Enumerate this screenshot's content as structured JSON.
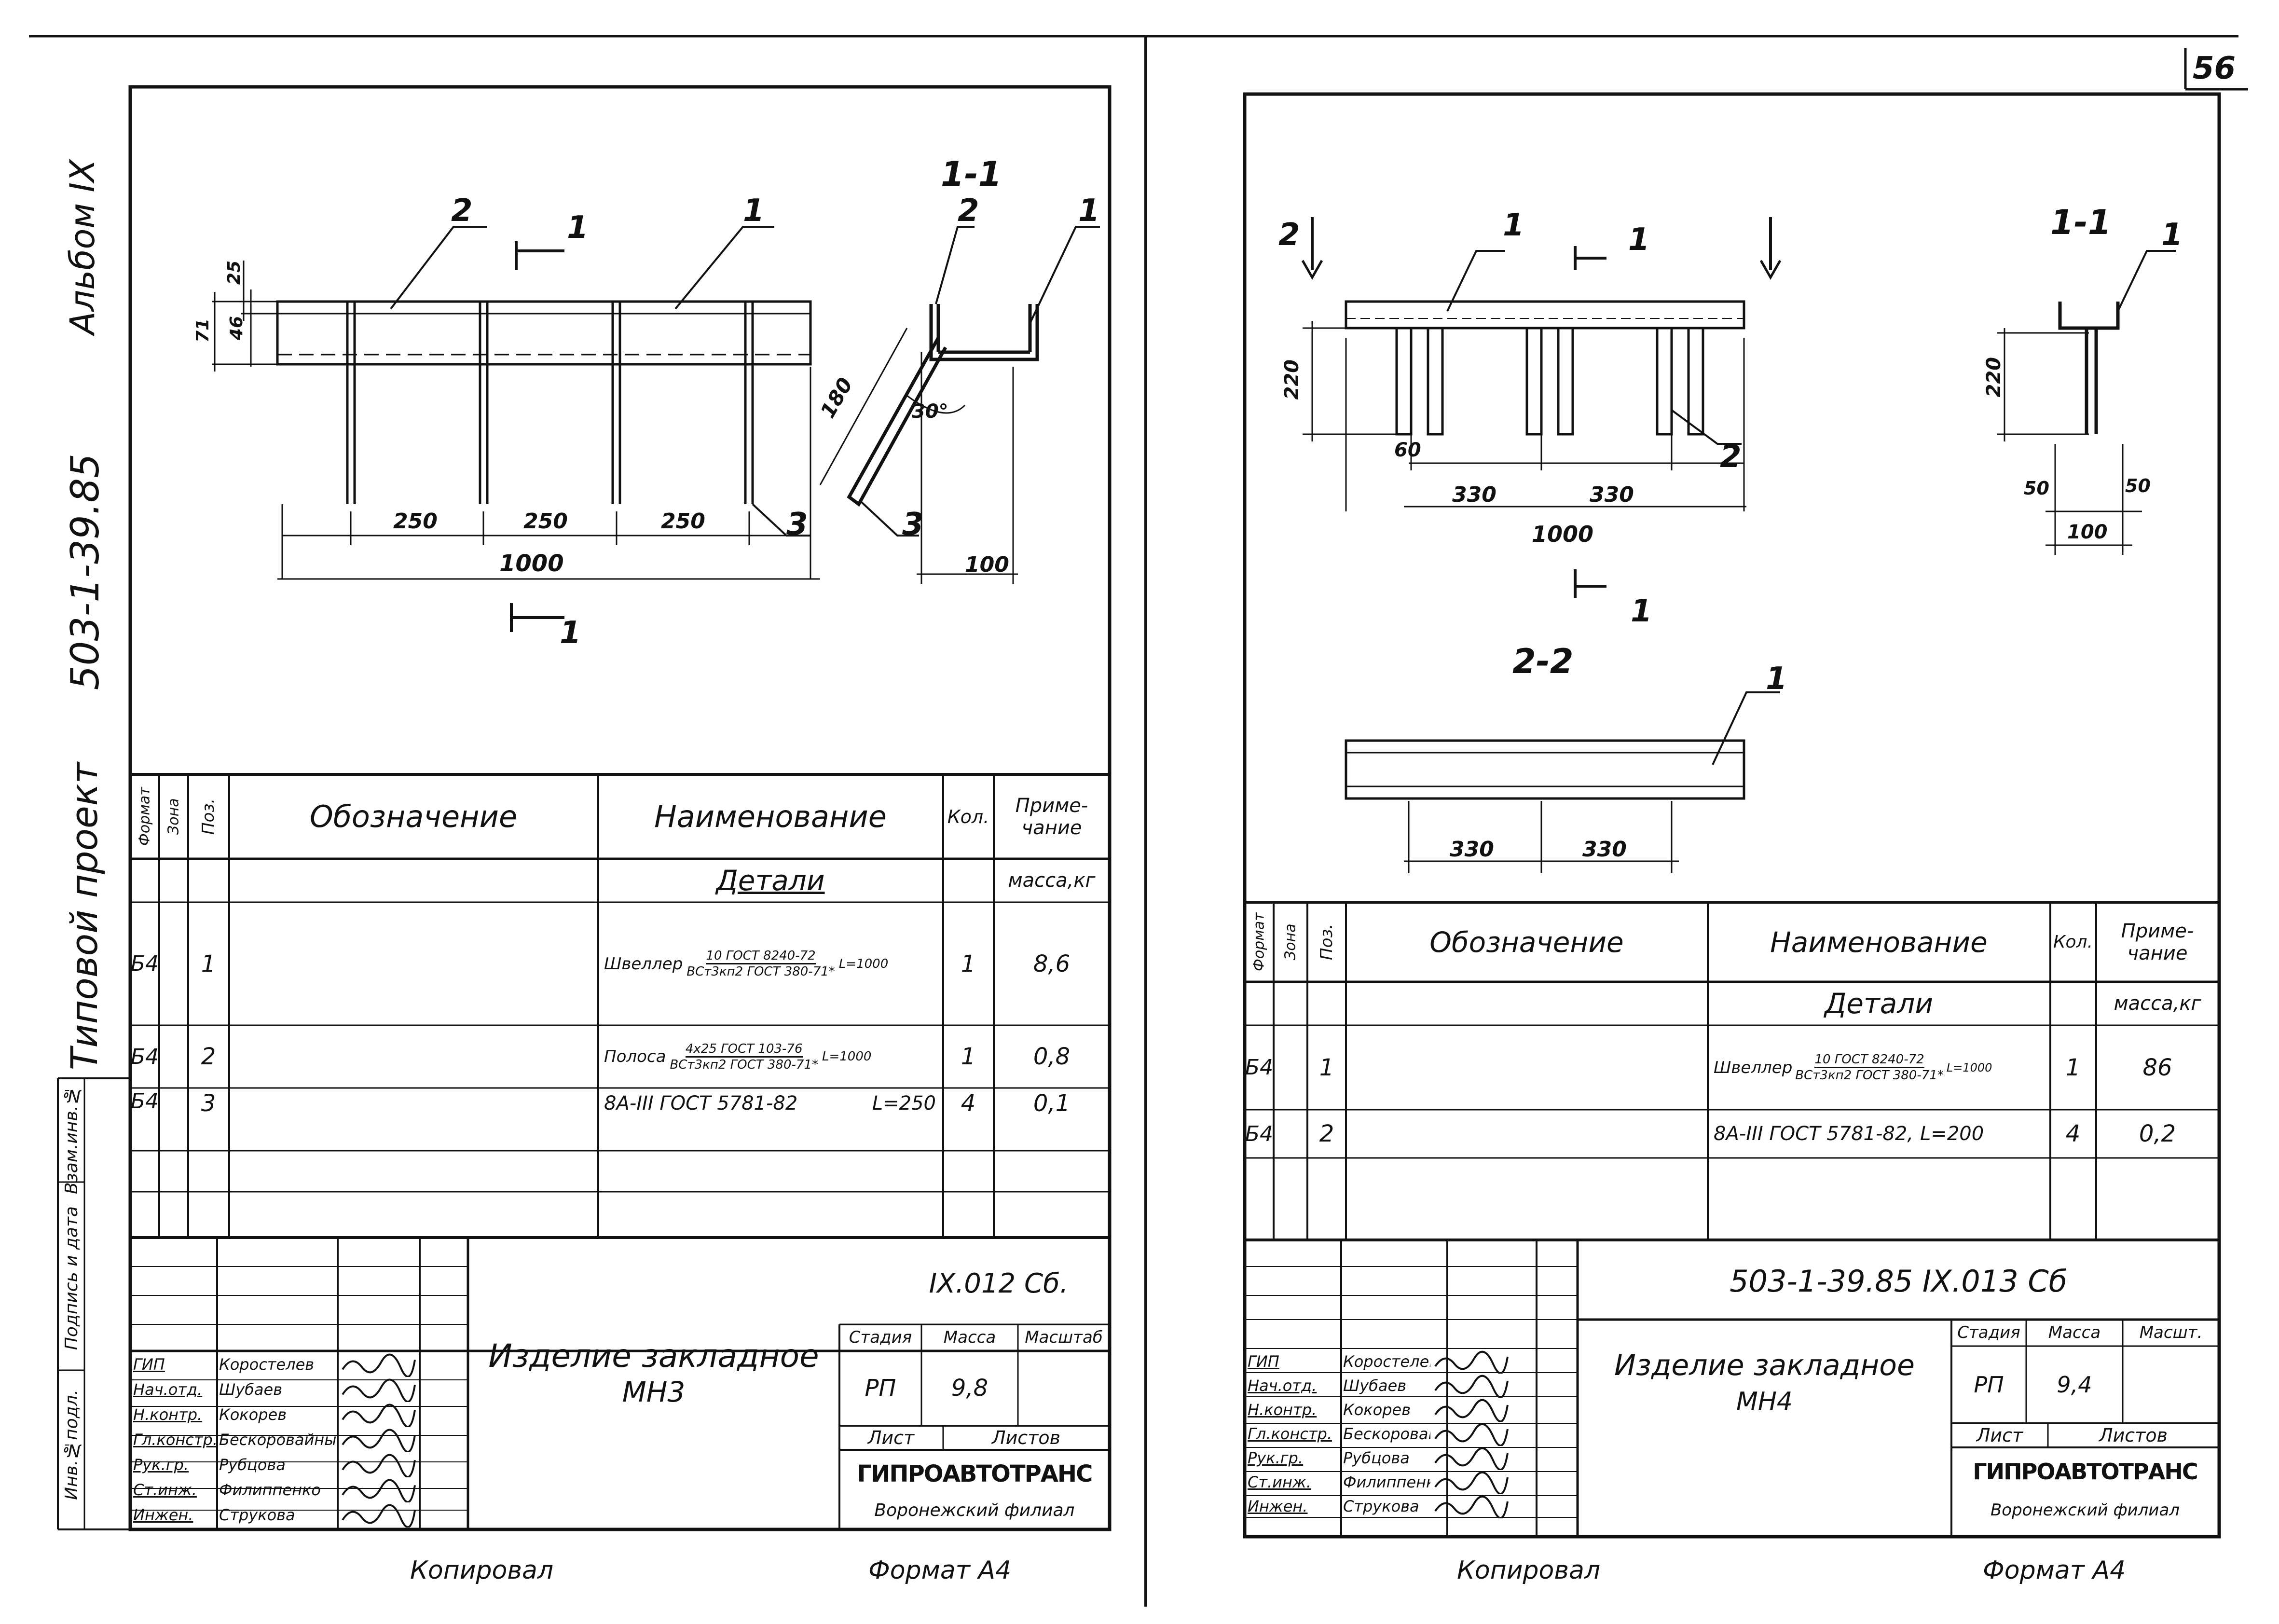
{
  "page_number": "56",
  "side_labels": {
    "album": "Альбом IX",
    "code": "503-1-39.85",
    "project": "Типовой проект",
    "margin_fields": [
      "Инв.№подл.",
      "Подпись и дата",
      "Взам.инв.№"
    ]
  },
  "footer": {
    "copied": "Копировал",
    "format": "Формат А4"
  },
  "sheets": [
    {
      "id": "left",
      "section_label": "1-1",
      "dims": {
        "d25": "25",
        "d46": "46",
        "d71": "71",
        "s1": "250",
        "s2": "250",
        "s3": "250",
        "total": "1000",
        "d180": "180",
        "angle": "30°",
        "d100": "100"
      },
      "callouts": {
        "c1": "1",
        "c2": "2",
        "c3": "3",
        "sec_top": "1",
        "sec_bot": "1",
        "sec_c2": "2",
        "sec_c1": "1",
        "sec_c3": "3"
      },
      "table": {
        "headers": {
          "format": "Формат",
          "zone": "Зона",
          "pos": "Поз.",
          "designation": "Обозначение",
          "name": "Наименование",
          "qty": "Кол.",
          "note": "Приме-чание"
        },
        "section": "Детали",
        "note_unit": "масса,кг",
        "rows": [
          {
            "format": "Б4",
            "pos": "1",
            "name": "Швеллер",
            "frac_top": "10 ГОСТ 8240-72",
            "frac_bot": "ВСт3кп2 ГОСТ 380-71*",
            "len": "L=1000",
            "qty": "1",
            "note": "8,6"
          },
          {
            "format": "Б4",
            "pos": "2",
            "name": "Полоса",
            "frac_top": "4х25 ГОСТ 103-76",
            "frac_bot": "ВСт3кп2 ГОСТ 380-71*",
            "len": "L=1000",
            "qty": "1",
            "note": "0,8"
          },
          {
            "format": "Б4",
            "pos": "3",
            "name": "8А-III ГОСТ 5781-82",
            "frac_top": "",
            "frac_bot": "",
            "len": "L=250",
            "qty": "4",
            "note": "0,1"
          }
        ]
      },
      "stamp": {
        "doc_code": "IX.012 Сб.",
        "title1": "Изделие закладное",
        "title2": "МН3",
        "stage_hdr": "Стадия",
        "mass_hdr": "Масса",
        "scale_hdr": "Масштаб",
        "stage": "РП",
        "mass": "9,8",
        "sheet_hdr": "Лист",
        "sheets_hdr": "Листов",
        "org1": "ГИПРОАВТОТРАНС",
        "org2": "Воронежский филиал",
        "people": [
          {
            "role": "ГИП",
            "name": "Коростелев"
          },
          {
            "role": "Нач.отд.",
            "name": "Шубаев"
          },
          {
            "role": "Н.контр.",
            "name": "Кокорев"
          },
          {
            "role": "Гл.констр.",
            "name": "Бескоровайный"
          },
          {
            "role": "Рук.гр.",
            "name": "Рубцова"
          },
          {
            "role": "Ст.инж.",
            "name": "Филиппенко"
          },
          {
            "role": "Инжен.",
            "name": "Струкова"
          }
        ]
      }
    },
    {
      "id": "right",
      "section_label": "1-1",
      "section2_label": "2-2",
      "dims": {
        "d220": "220",
        "d60": "60",
        "s1": "330",
        "s2": "330",
        "total": "1000",
        "r220": "220",
        "r50a": "50",
        "r50b": "50",
        "r100": "100",
        "b1": "330",
        "b2": "330"
      },
      "callouts": {
        "c1": "1",
        "c2": "2",
        "sec_top": "1",
        "sec_bot": "1",
        "two_left": "2",
        "sec_c1": "1",
        "view2_c1": "1"
      },
      "table": {
        "headers": {
          "format": "Формат",
          "zone": "Зона",
          "pos": "Поз.",
          "designation": "Обозначение",
          "name": "Наименование",
          "qty": "Кол.",
          "note": "Приме-чание"
        },
        "section": "Детали",
        "note_unit": "масса,кг",
        "rows": [
          {
            "format": "Б4",
            "pos": "1",
            "name": "Швеллер",
            "frac_top": "10 ГОСТ 8240-72",
            "frac_bot": "ВСт3кп2 ГОСТ 380-71*",
            "len": "L=1000",
            "qty": "1",
            "note": "86"
          },
          {
            "format": "Б4",
            "pos": "2",
            "name": "8А-III ГОСТ 5781-82,",
            "frac_top": "",
            "frac_bot": "",
            "len": "L=200",
            "qty": "4",
            "note": "0,2"
          }
        ]
      },
      "stamp": {
        "doc_code": "503-1-39.85   IX.013 Сб",
        "title1": "Изделие закладное",
        "title2": "МН4",
        "stage_hdr": "Стадия",
        "mass_hdr": "Масса",
        "scale_hdr": "Масшт.",
        "stage": "РП",
        "mass": "9,4",
        "sheet_hdr": "Лист",
        "sheets_hdr": "Листов",
        "org1": "ГИПРОАВТОТРАНС",
        "org2": "Воронежский филиал",
        "people": [
          {
            "role": "ГИП",
            "name": "Коростелев"
          },
          {
            "role": "Нач.отд.",
            "name": "Шубаев"
          },
          {
            "role": "Н.контр.",
            "name": "Кокорев"
          },
          {
            "role": "Гл.констр.",
            "name": "Бескоровайный"
          },
          {
            "role": "Рук.гр.",
            "name": "Рубцова"
          },
          {
            "role": "Ст.инж.",
            "name": "Филиппенко"
          },
          {
            "role": "Инжен.",
            "name": "Струкова"
          }
        ]
      }
    }
  ]
}
